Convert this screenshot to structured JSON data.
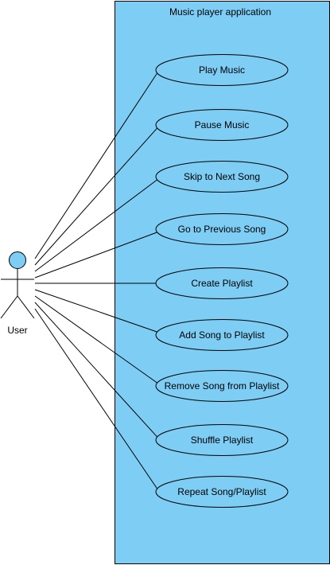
{
  "diagram": {
    "system_title": "Music player application",
    "actor": {
      "label": "User"
    },
    "use_cases": [
      {
        "label": "Play Music"
      },
      {
        "label": "Pause Music"
      },
      {
        "label": "Skip to Next Song"
      },
      {
        "label": "Go to Previous Song"
      },
      {
        "label": "Create Playlist"
      },
      {
        "label": "Add Song to Playlist"
      },
      {
        "label": "Remove Song from Playlist"
      },
      {
        "label": "Shuffle Playlist"
      },
      {
        "label": "Repeat Song/Playlist"
      }
    ]
  },
  "colors": {
    "system_fill": "#7dcdf5",
    "use_case_fill": "#7dcdf5",
    "actor_head_fill": "#7dcdf5",
    "stroke": "#000000"
  }
}
